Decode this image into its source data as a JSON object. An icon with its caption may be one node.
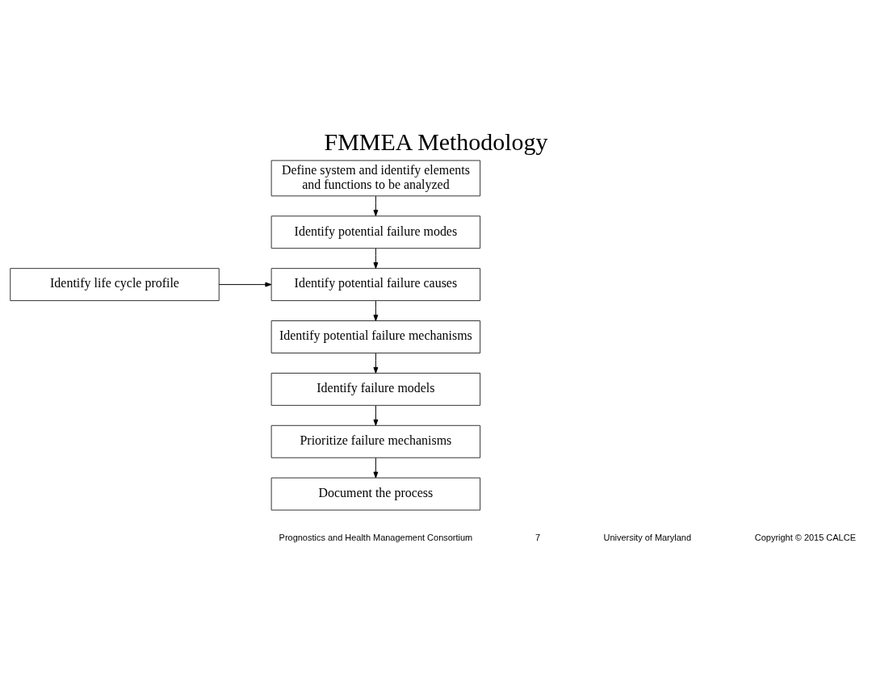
{
  "diagram": {
    "title": "FMMEA Methodology",
    "nodes": [
      {
        "text": [
          "Define system and identify elements and functions to be analyzed"
        ]
      },
      {
        "text": [
          "Identify potential failure modes"
        ]
      },
      {
        "text": [
          "Identify life cycle profile"
        ]
      },
      {
        "text": [
          "Identify potential failure causes"
        ]
      },
      {
        "text": [
          "Identify potential failure mechanisms"
        ]
      },
      {
        "text": [
          "Identify failure models"
        ]
      },
      {
        "text": [
          "Prioritize failure mechanisms"
        ]
      },
      {
        "text": [
          "Document the process"
        ]
      }
    ],
    "edges": [
      {
        "from": 0,
        "to": 1,
        "arrow": "to"
      },
      {
        "from": 1,
        "to": 3,
        "arrow": "to"
      },
      {
        "from": 2,
        "to": 3,
        "arrow": "to"
      },
      {
        "from": 3,
        "to": 4,
        "arrow": "to"
      },
      {
        "from": 4,
        "to": 5,
        "arrow": "to"
      },
      {
        "from": 5,
        "to": 6,
        "arrow": "to"
      },
      {
        "from": 6,
        "to": 7,
        "arrow": "to"
      }
    ],
    "labels": [
      "Prognostics and Health Management Consortium",
      "7",
      "University of Maryland",
      "Copyright © 2015 CALCE"
    ]
  }
}
